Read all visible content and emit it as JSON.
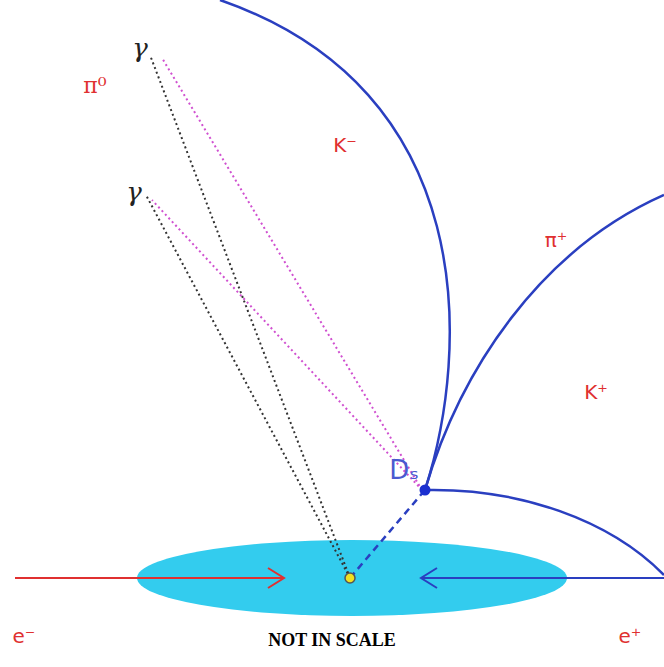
{
  "diagram": {
    "labels": [
      "π⁰",
      "γ",
      "γ",
      "K⁻",
      "π⁺",
      "Dₛ",
      "K⁺",
      "e⁻",
      "NOT IN SCALE",
      "e⁺"
    ]
  }
}
